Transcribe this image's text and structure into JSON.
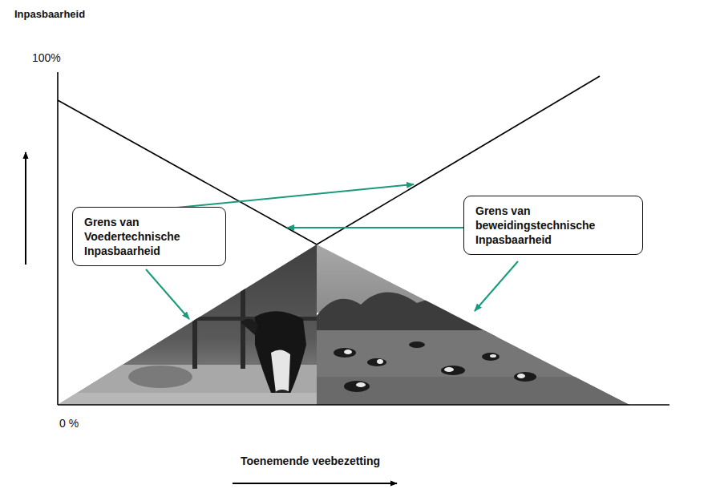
{
  "diagram": {
    "nodes": [
      {
        "text": [
          "Grens van Voedertechnische Inpasbaarheid"
        ]
      },
      {
        "text": [
          "Grens van beweidingstechnische Inpasbaarheid"
        ]
      }
    ],
    "labels": [
      "Inpasbaarheid",
      "100%",
      "0 %",
      "Toenemende veebezetting"
    ]
  }
}
